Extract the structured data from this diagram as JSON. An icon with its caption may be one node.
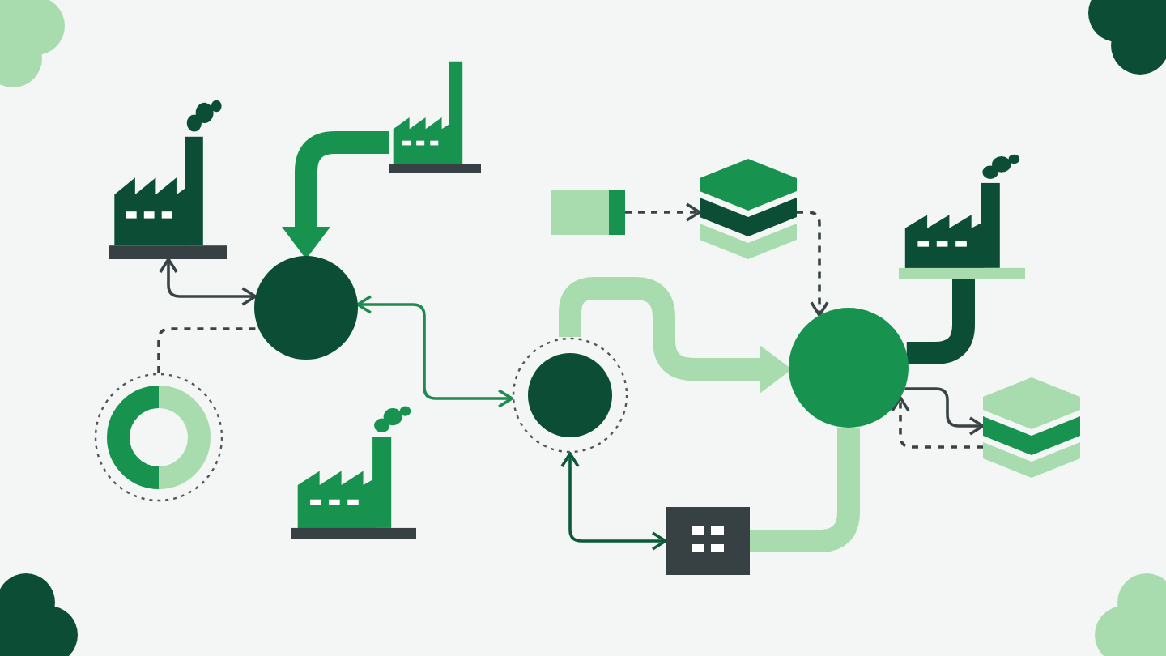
{
  "diagram": {
    "nodes": [
      {
        "text": [],
        "shape": "factory"
      },
      {
        "text": [],
        "shape": "factory"
      },
      {
        "text": [],
        "shape": "circle"
      },
      {
        "text": [],
        "shape": "donut"
      },
      {
        "text": [],
        "shape": "factory"
      },
      {
        "text": [],
        "shape": "circle"
      },
      {
        "text": [],
        "shape": "bar"
      },
      {
        "text": [],
        "shape": "layers"
      },
      {
        "text": [],
        "shape": "circle"
      },
      {
        "text": [],
        "shape": "factory"
      },
      {
        "text": [],
        "shape": "layers"
      },
      {
        "text": [],
        "shape": "building"
      }
    ],
    "edges": [
      {
        "from": 0,
        "to": 2,
        "arrow": "both"
      },
      {
        "from": 1,
        "to": 2,
        "arrow": "to",
        "style": "thick",
        "color": "#17924f"
      },
      {
        "from": 3,
        "to": 2,
        "arrow": "none",
        "style": "dashed"
      },
      {
        "from": 2,
        "to": 5,
        "arrow": "both",
        "color": "#1f8a50"
      },
      {
        "from": 5,
        "to": 8,
        "arrow": "to",
        "style": "thick",
        "color": "#a8dcae"
      },
      {
        "from": 6,
        "to": 7,
        "arrow": "to",
        "style": "dashed"
      },
      {
        "from": 7,
        "to": 8,
        "arrow": "to",
        "style": "dashed"
      },
      {
        "from": 9,
        "to": 8,
        "arrow": "none",
        "style": "thick",
        "color": "#0b4d35"
      },
      {
        "from": 8,
        "to": 10,
        "arrow": "to"
      },
      {
        "from": 10,
        "to": 8,
        "arrow": "to",
        "style": "dashed"
      },
      {
        "from": 5,
        "to": 11,
        "arrow": "both",
        "color": "#0b5a3a"
      },
      {
        "from": 11,
        "to": 8,
        "arrow": "none",
        "style": "thick",
        "color": "#a8dcae"
      }
    ]
  }
}
